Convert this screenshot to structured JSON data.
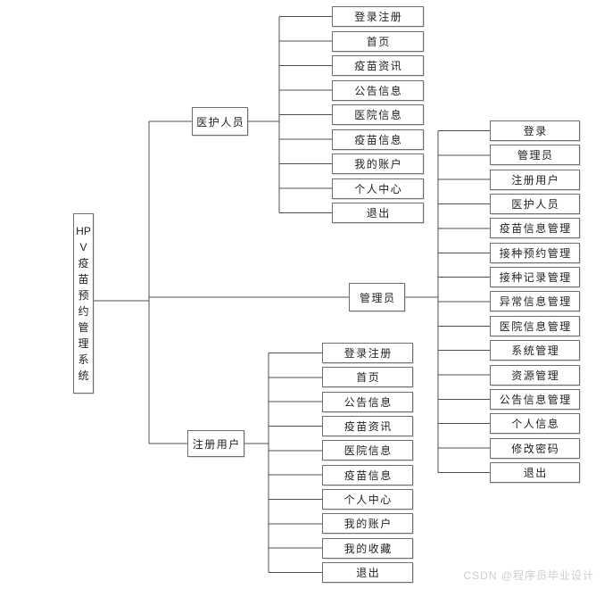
{
  "watermark": "CSDN @程序员毕业设计",
  "diagram": {
    "root": {
      "title": "HPV疫苗预约管理系统",
      "title_lines": [
        "HP",
        "V",
        "疫",
        "苗",
        "预",
        "约",
        "管",
        "理",
        "系",
        "统"
      ]
    },
    "branches": [
      {
        "label": "医护人员",
        "children": [
          "登录注册",
          "首页",
          "疫苗资讯",
          "公告信息",
          "医院信息",
          "疫苗信息",
          "我的账户",
          "个人中心",
          "退出"
        ]
      },
      {
        "label": "管理员",
        "children": [
          "登录",
          "管理员",
          "注册用户",
          "医护人员",
          "疫苗信息管理",
          "接种预约管理",
          "接种记录管理",
          "异常信息管理",
          "医院信息管理",
          "系统管理",
          "资源管理",
          "公告信息管理",
          "个人信息",
          "修改密码",
          "退出"
        ]
      },
      {
        "label": "注册用户",
        "children": [
          "登录注册",
          "首页",
          "公告信息",
          "疫苗资讯",
          "医院信息",
          "疫苗信息",
          "个人中心",
          "我的账户",
          "我的收藏",
          "退出"
        ]
      }
    ],
    "colors": {
      "box_border": "#6f6f6f",
      "connector": "#4f4f4f",
      "text": "#1f1f1f",
      "watermark": "#cdcdcd",
      "background": "#ffffff"
    }
  }
}
